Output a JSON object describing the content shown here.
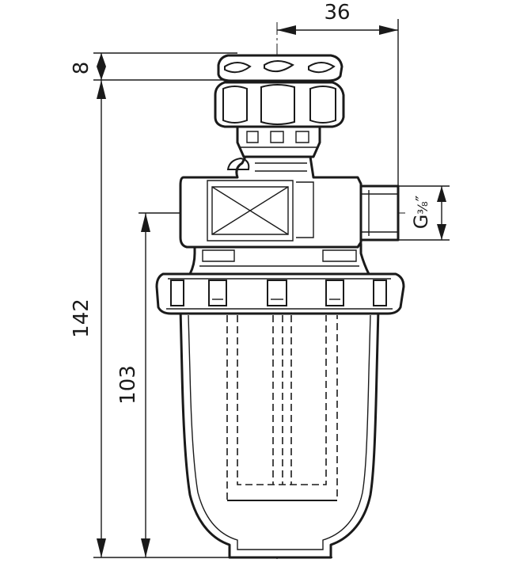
{
  "dimensions": {
    "top_width": "36",
    "handle_height": "8",
    "total_height": "142",
    "bowl_height": "103",
    "thread_main": "G",
    "thread_fraction": "⅜",
    "thread_inch": "″"
  }
}
